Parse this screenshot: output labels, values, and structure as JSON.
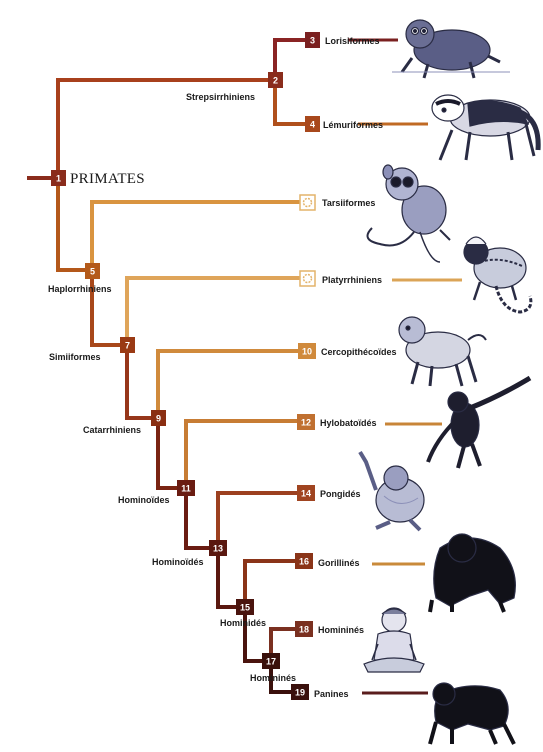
{
  "root": {
    "number": "1",
    "label": "PRIMATES"
  },
  "nodes": [
    {
      "key": "n2",
      "number": "2",
      "label": "Strepsirrhiniens",
      "color": "#8a2c1c"
    },
    {
      "key": "n3",
      "number": "3",
      "label": "Lorisiformes",
      "color": "#7a2020"
    },
    {
      "key": "n4",
      "number": "4",
      "label": "Lémuriformes",
      "color": "#a8481c"
    },
    {
      "key": "n5",
      "number": "5",
      "label": "Haplorrhiniens",
      "color": "#b45a1a"
    },
    {
      "key": "n6",
      "number": "",
      "label": "Tarsiiformes",
      "color": "#e3b36a"
    },
    {
      "key": "n7",
      "number": "7",
      "label": "Simiiformes",
      "color": "#9a3a14"
    },
    {
      "key": "n8",
      "number": "",
      "label": "Platyrrhiniens",
      "color": "#e3b36a"
    },
    {
      "key": "n9",
      "number": "9",
      "label": "Catarrhiniens",
      "color": "#8a2e12"
    },
    {
      "key": "n10",
      "number": "10",
      "label": "Cercopithécoïdes",
      "color": "#d08a3c"
    },
    {
      "key": "n11",
      "number": "11",
      "label": "Hominoïdes",
      "color": "#6a1c12"
    },
    {
      "key": "n12",
      "number": "12",
      "label": "Hylobatoïdés",
      "color": "#c07030"
    },
    {
      "key": "n13",
      "number": "13",
      "label": "Hominoïdés",
      "color": "#5a1810"
    },
    {
      "key": "n14",
      "number": "14",
      "label": "Pongidés",
      "color": "#a04420"
    },
    {
      "key": "n15",
      "number": "15",
      "label": "Hominidés",
      "color": "#4a140e"
    },
    {
      "key": "n16",
      "number": "16",
      "label": "Gorillinés",
      "color": "#8a3418"
    },
    {
      "key": "n17",
      "number": "17",
      "label": "Homininés",
      "color": "#3a100a"
    },
    {
      "key": "n18",
      "number": "18",
      "label": "Homininés",
      "color": "#7a3020"
    },
    {
      "key": "n19",
      "number": "19",
      "label": "Panines",
      "color": "#3a100c"
    }
  ],
  "colors": {
    "trunk_dark": "#6e1f12",
    "branch_orange": "#c9782c",
    "branch_light": "#dfa55a",
    "illustration_ink": "#2a2c44",
    "illustration_shade": "#8c90b8"
  },
  "illustrations": [
    {
      "icon": "loris-illustration"
    },
    {
      "icon": "lemur-illustration"
    },
    {
      "icon": "tarsier-illustration"
    },
    {
      "icon": "marmoset-illustration"
    },
    {
      "icon": "macaque-illustration"
    },
    {
      "icon": "gibbon-illustration"
    },
    {
      "icon": "orangutan-illustration"
    },
    {
      "icon": "gorilla-illustration"
    },
    {
      "icon": "human-illustration"
    },
    {
      "icon": "chimpanzee-illustration"
    }
  ]
}
